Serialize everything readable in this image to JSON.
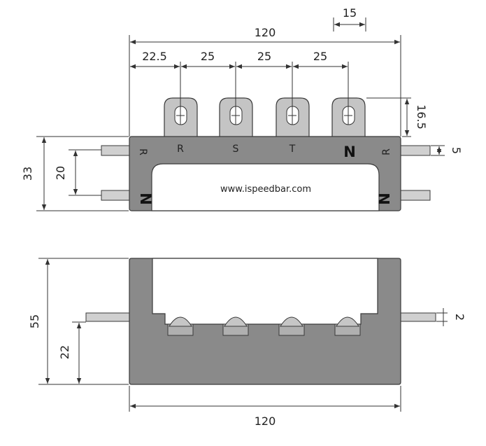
{
  "top_view": {
    "dims": {
      "overall_width": "120",
      "first_offset": "22.5",
      "spacing_1": "25",
      "spacing_2": "25",
      "spacing_3": "25",
      "lug_width": "15",
      "lug_height": "16.5",
      "height_33": "33",
      "height_20": "20",
      "pin_5": "5"
    },
    "labels": {
      "left_R": "R",
      "right_R": "R",
      "lug_R": "R",
      "lug_S": "S",
      "lug_T": "T",
      "lug_N": "N",
      "left_N": "N",
      "right_N": "N",
      "website": "www.ispeedbar.com"
    }
  },
  "side_view": {
    "dims": {
      "height_55": "55",
      "height_22": "22",
      "pin_2": "2",
      "overall_width": "120"
    }
  },
  "colors": {
    "body": "#8a8a8a",
    "lug": "#c4c4c4",
    "window": "#ffffff"
  }
}
